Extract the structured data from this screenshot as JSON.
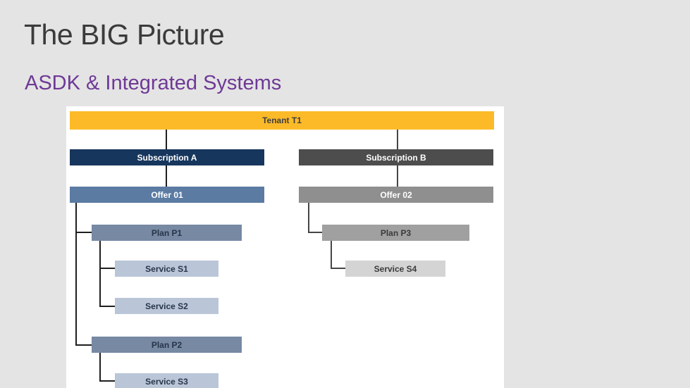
{
  "page": {
    "title": "The BIG Picture",
    "subtitle": "ASDK & Integrated Systems"
  },
  "colors": {
    "background": "#e4e4e4",
    "panel": "#ffffff",
    "title_text": "#3b3b3b",
    "subtitle_text": "#6e3996",
    "tenant_fill": "#fcba28",
    "tenant_text": "#3f3f3f",
    "subscription_a_fill": "#17365d",
    "subscription_b_fill": "#4d4d4d",
    "offer_01_fill": "#5b7ba3",
    "offer_02_fill": "#8f8f8f",
    "plan_blue_fill": "#7789a3",
    "plan_blue_text": "#28354a",
    "plan_gray_fill": "#a0a0a0",
    "service_blue_fill": "#bac6d8",
    "service_gray_fill": "#d4d4d4",
    "gray_node_text": "#3b3b3b",
    "connector_left": "#1f1f1f",
    "connector_right": "#454545"
  },
  "diagram": {
    "nodes": {
      "tenant": {
        "label": "Tenant T1"
      },
      "subscription_a": {
        "label": "Subscription A"
      },
      "subscription_b": {
        "label": "Subscription B"
      },
      "offer_01": {
        "label": "Offer 01"
      },
      "offer_02": {
        "label": "Offer 02"
      },
      "plan_p1": {
        "label": "Plan P1"
      },
      "plan_p2": {
        "label": "Plan P2"
      },
      "plan_p3": {
        "label": "Plan P3"
      },
      "service_s1": {
        "label": "Service S1"
      },
      "service_s2": {
        "label": "Service S2"
      },
      "service_s3": {
        "label": "Service S3"
      },
      "service_s4": {
        "label": "Service S4"
      }
    }
  }
}
